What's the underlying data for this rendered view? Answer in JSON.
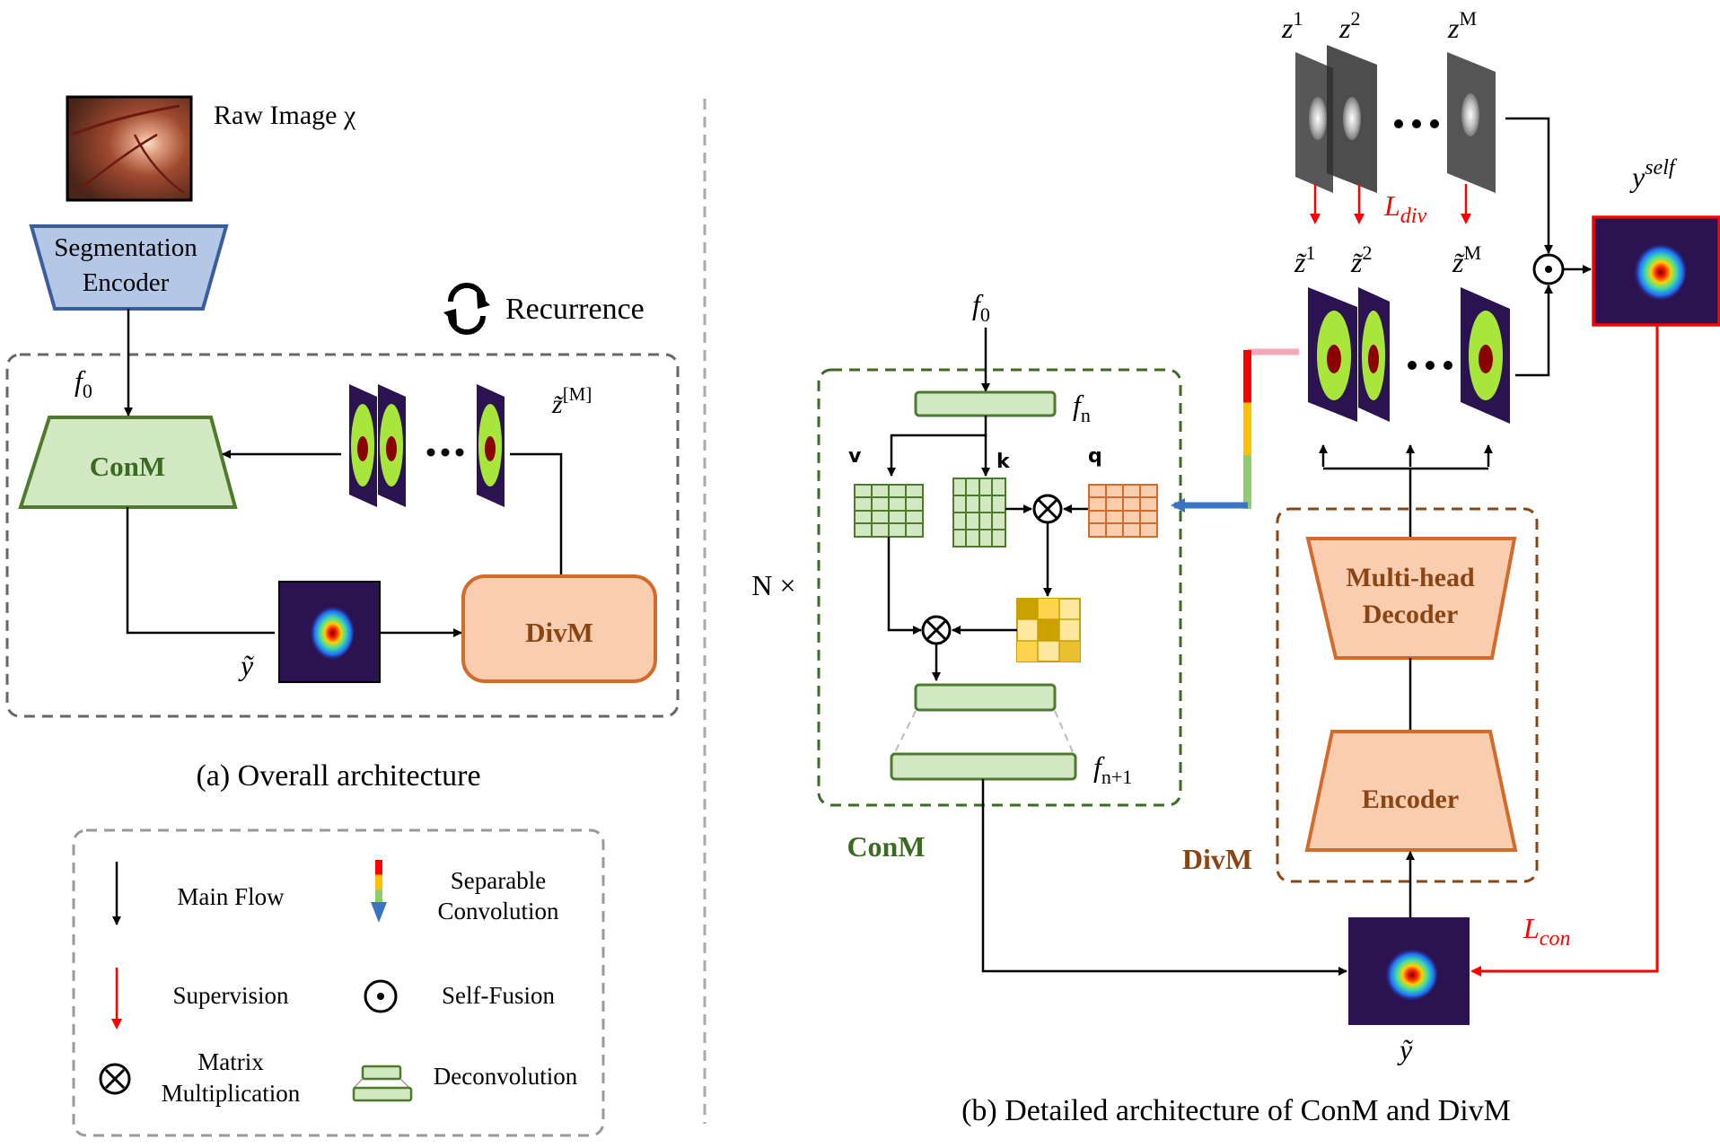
{
  "panel_a": {
    "raw_image_label": "Raw Image χ",
    "encoder_label_line1": "Segmentation",
    "encoder_label_line2": "Encoder",
    "recurrence_label": "Recurrence",
    "f0_label": "f0",
    "conm_label": "ConM",
    "divm_label": "DivM",
    "z_tilde_label": "z̃[M]",
    "y_tilde_label": "ỹ",
    "caption": "(a) Overall architecture"
  },
  "legend": {
    "main_flow": "Main Flow",
    "separable_line1": "Separable",
    "separable_line2": "Convolution",
    "supervision": "Supervision",
    "self_fusion": "Self-Fusion",
    "matrix_line1": "Matrix",
    "matrix_line2": "Multiplication",
    "deconvolution": "Deconvolution"
  },
  "panel_b": {
    "z1": "z1",
    "z2": "z2",
    "zM": "zM",
    "l_div": "Ldiv",
    "zt1": "z̃1",
    "zt2": "z̃2",
    "ztM": "z̃M",
    "y_self": "yself",
    "f0": "f0",
    "fn": "fn",
    "fn1": "fn+1",
    "v": "v",
    "k": "k",
    "q": "q",
    "n_times": "N ×",
    "conm_label": "ConM",
    "divm_label": "DivM",
    "decoder_line1": "Multi-head",
    "decoder_line2": "Decoder",
    "encoder_label": "Encoder",
    "l_con": "Lcon",
    "y_tilde": "ỹ",
    "caption": "(b) Detailed architecture of ConM and DivM"
  },
  "colors": {
    "green_fill": "#d1e8c2",
    "green_stroke": "#4e7a2d",
    "orange_fill": "#f8cdb0",
    "orange_stroke": "#d46b2a",
    "blue_fill": "#b4c7e7",
    "blue_stroke": "#3a5d9c",
    "red": "#ff0000",
    "divm_text": "#8b4513"
  }
}
